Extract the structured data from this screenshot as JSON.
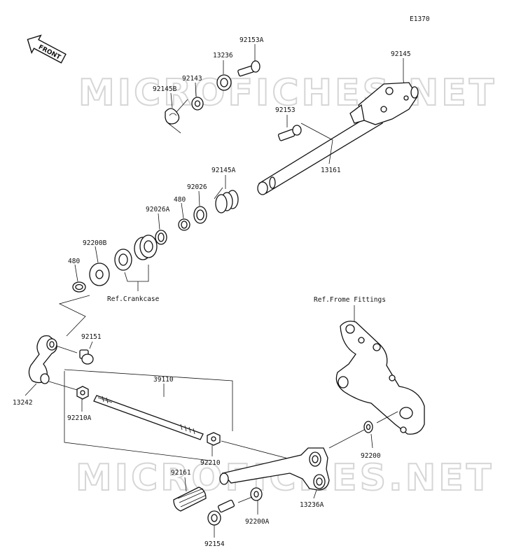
{
  "diagram_code": "E1370",
  "front_label": "FRONT",
  "watermark": "MICROFICHES.NET",
  "callouts": {
    "p92153A": "92153A",
    "p13236": "13236",
    "p92143": "92143",
    "p92145B": "92145B",
    "p92145": "92145",
    "p92153": "92153",
    "p13161": "13161",
    "p92145A": "92145A",
    "p92026": "92026",
    "p480a": "480",
    "p92026A": "92026A",
    "p92200B": "92200B",
    "p480b": "480",
    "ref_crankcase": "Ref.Crankcase",
    "p92151": "92151",
    "p13242": "13242",
    "p39110": "39110",
    "p92210A": "92210A",
    "p92210": "92210",
    "ref_frame": "Ref.Frome Fittings",
    "p92200": "92200",
    "p92161": "92161",
    "p92200A": "92200A",
    "p13236A": "13236A",
    "p92154": "92154"
  }
}
